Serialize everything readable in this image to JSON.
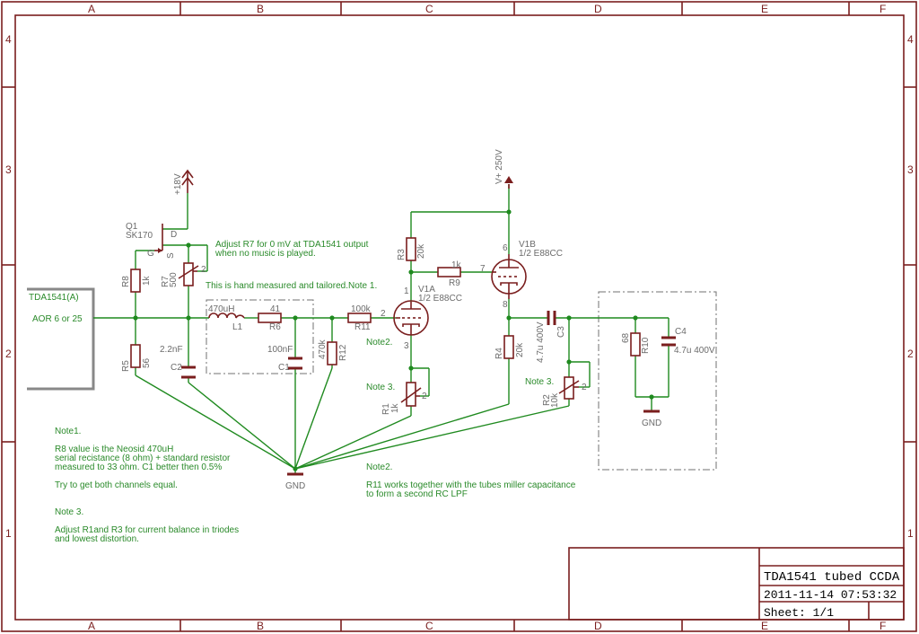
{
  "frame": {
    "cols": [
      "A",
      "B",
      "C",
      "D",
      "E",
      "F"
    ],
    "rows": [
      "4",
      "3",
      "2",
      "1"
    ]
  },
  "title_block": {
    "title": "TDA1541 tubed CCDA",
    "date": "2011-11-14 07:53:32",
    "sheet": "Sheet: 1/1"
  },
  "input_block": {
    "name": "TDA1541(A)",
    "pin": "AOR 6 or 25"
  },
  "supply": {
    "v18": "+18V",
    "v250": "V+ 250V"
  },
  "parts": {
    "Q1": "Q1",
    "Q1_type": "SK170",
    "Q1_G": "G",
    "Q1_D": "D",
    "Q1_S": "S",
    "R8": "R8",
    "R8_val": "1k",
    "R7": "R7",
    "R7_val": "500",
    "R5": "R5",
    "R5_val": "56",
    "C2": "C2",
    "C2_val": "2.2nF",
    "L1": "L1",
    "L1_val": "470uH",
    "R6": "R6",
    "R6_val": "41",
    "C1": "C1",
    "C1_val": "100nF",
    "R12": "R12",
    "R12_val": "470k",
    "R11": "R11",
    "R11_val": "100k",
    "V1A": "V1A",
    "V1A_type": "1/2 E88CC",
    "V1B": "V1B",
    "V1B_type": "1/2 E88CC",
    "R3": "R3",
    "R3_val": "20k",
    "R9": "R9",
    "R9_val": "1k",
    "R1": "R1",
    "R1_val": "1k",
    "R4": "R4",
    "R4_val": "20k",
    "C3": "C3",
    "C3_val": "4.7u 400V",
    "R2": "R2",
    "R2_val": "10k",
    "R10": "R10",
    "R10_val": "68",
    "C4": "C4",
    "C4_val": "4.7u 400V",
    "gnd": "GND"
  },
  "pins": {
    "p1": "1",
    "p2": "2",
    "p3": "3",
    "p6": "6",
    "p7": "7",
    "p8": "8"
  },
  "annotations": {
    "adjust_r7_1": "Adjust R7 for 0 mV at TDA1541 output",
    "adjust_r7_2": "when no music is played.",
    "hand_measured": "This is hand measured and tailored.Note 1.",
    "note2_tag": "Note2.",
    "note3_tag_a": "Note 3.",
    "note3_tag_b": "Note 3."
  },
  "notes": {
    "n1_title": "Note1.",
    "n1_l1": "R8 value is the Neosid 470uH",
    "n1_l2": "serial recistance (8 ohm) + standard resistor",
    "n1_l3": "measured to 33 ohm.   C1 better then 0.5%",
    "n1_l4": "Try to get both channels equal.",
    "n3_title": "Note 3.",
    "n3_l1": "Adjust R1and R3  for current balance in triodes",
    "n3_l2": "and lowest distortion.",
    "n2_title": "Note2.",
    "n2_l1": "R11 works together with the tubes miller capacitance",
    "n2_l2": "to form a second RC LPF"
  }
}
